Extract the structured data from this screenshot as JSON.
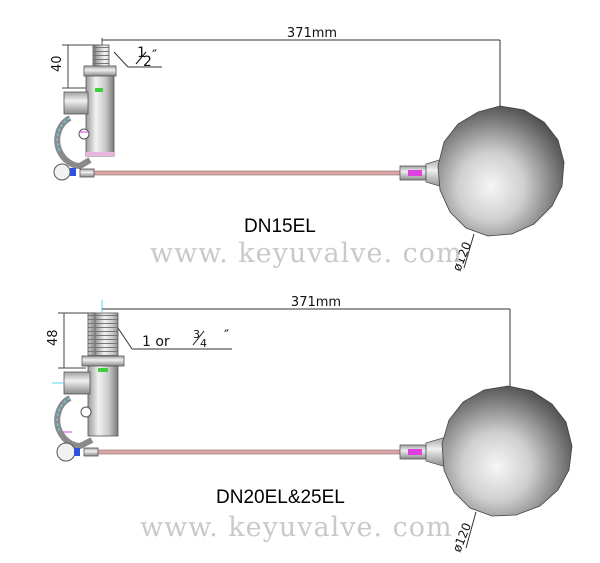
{
  "drawings": [
    {
      "id": "dn15el",
      "model": "DN15EL",
      "length_label": "371mm",
      "height_label": "40",
      "thread_whole": "",
      "thread_fraction_num": "1",
      "thread_fraction_den": "2",
      "thread_suffix": "″",
      "ball_diameter_label": "ø120",
      "watermark": "www. keyuvalve. com"
    },
    {
      "id": "dn20el",
      "model": "DN20EL&25EL",
      "length_label": "371mm",
      "height_label": "48",
      "thread_whole": "1 or",
      "thread_fraction_num": "3",
      "thread_fraction_den": "4",
      "thread_suffix": "″",
      "ball_diameter_label": "ø120",
      "watermark": "www. keyuvalve. com"
    }
  ],
  "colors": {
    "ball_dark": "#3a3a3a",
    "ball_light": "#f4f4f4",
    "rod": "#d9a6a6",
    "accent_magenta": "#e040e0",
    "accent_green": "#3fcf3f",
    "accent_cyan": "#5fd5f0",
    "accent_blue": "#3050e0"
  }
}
